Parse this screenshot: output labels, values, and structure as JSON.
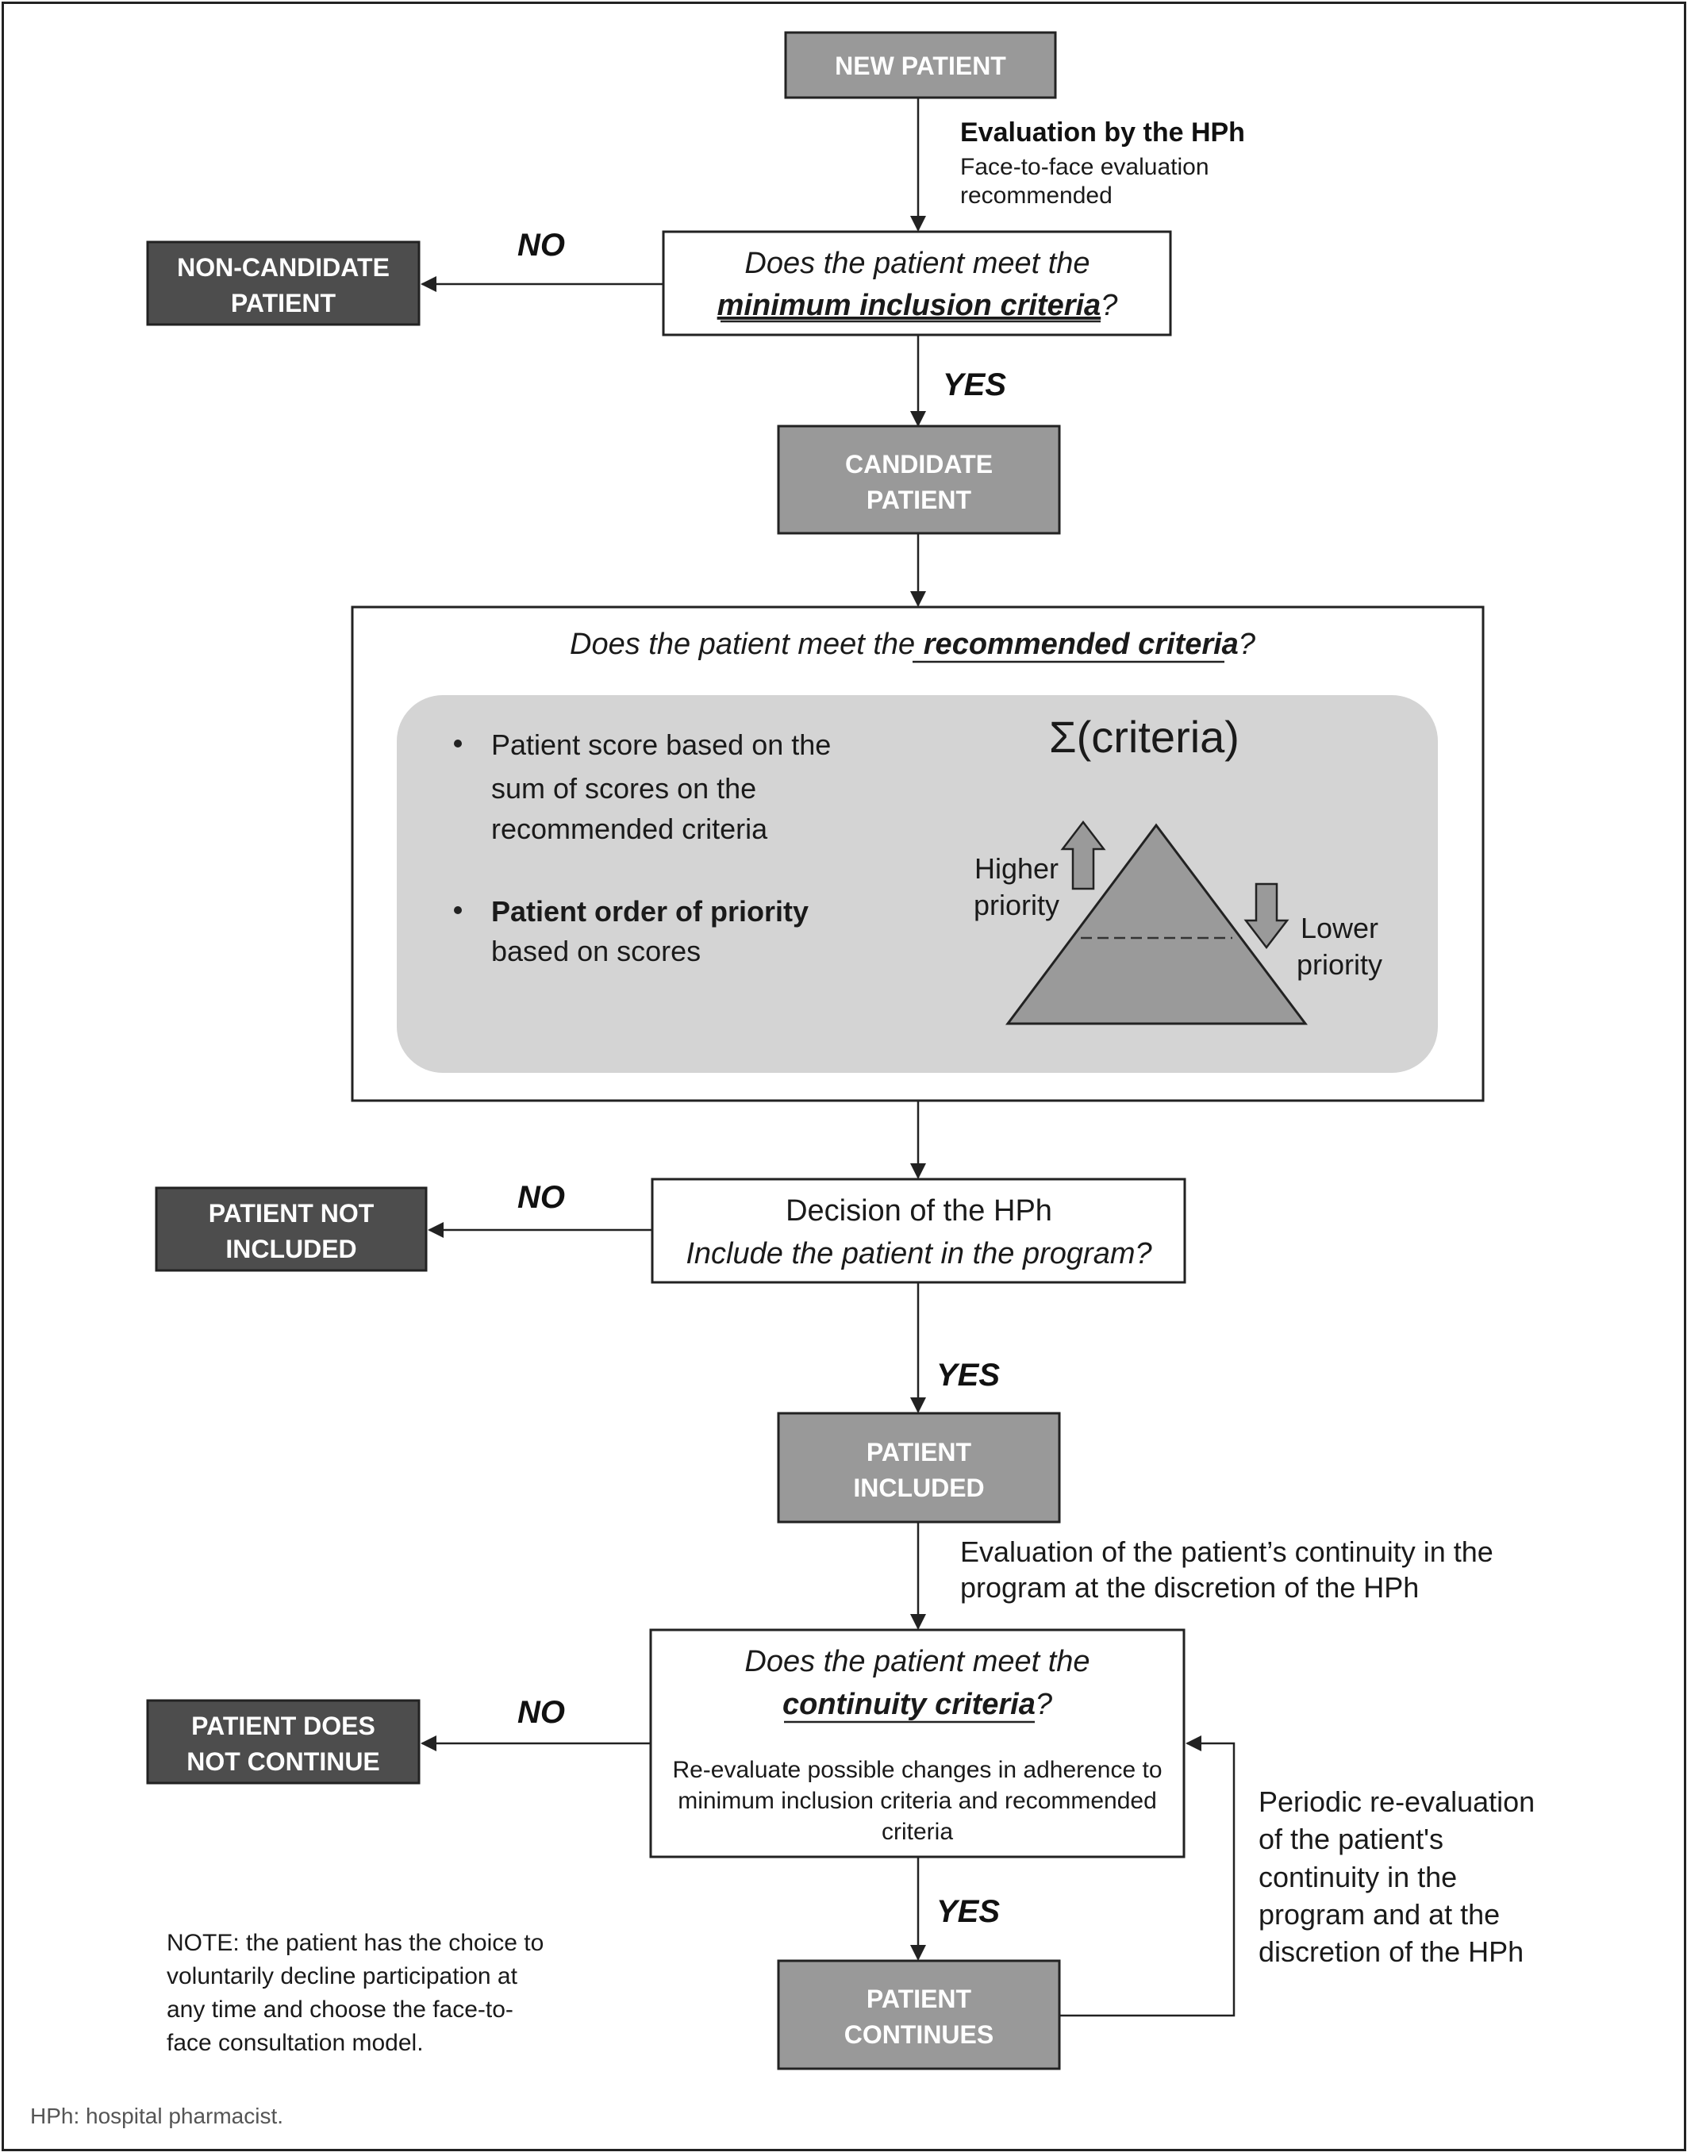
{
  "nodes": {
    "new_patient": "NEW PATIENT",
    "non_candidate": [
      "NON-CANDIDATE",
      "PATIENT"
    ],
    "candidate": [
      "CANDIDATE",
      "PATIENT"
    ],
    "not_included": [
      "PATIENT NOT",
      "INCLUDED"
    ],
    "included": [
      "PATIENT",
      "INCLUDED"
    ],
    "does_not_continue": [
      "PATIENT DOES",
      "NOT CONTINUE"
    ],
    "continues": [
      "PATIENT",
      "CONTINUES"
    ]
  },
  "evaluation_hph": {
    "title": "Evaluation by the HPh",
    "line1": "Face-to-face evaluation",
    "line2": "recommended"
  },
  "q_min": {
    "line1": "Does the patient meet the",
    "emph": "minimum inclusion criteria",
    "end": "?"
  },
  "q_recommended": {
    "prefix": "Does the patient meet the ",
    "emph": "recommended criteria",
    "end": "?"
  },
  "scoring": {
    "bullet1": [
      "Patient score based on the",
      "sum of scores on the",
      "recommended criteria"
    ],
    "bullet2_bold": "Patient order of priority",
    "bullet2_rest": "based on scores",
    "sigma": "Σ(criteria)",
    "higher": [
      "Higher",
      "priority"
    ],
    "lower": [
      "Lower",
      "priority"
    ]
  },
  "decision": {
    "line1": "Decision of the HPh",
    "line2": "Include the patient in the program?"
  },
  "evaluation_continuity": [
    "Evaluation of the patient’s continuity in the",
    "program at the discretion of the HPh"
  ],
  "q_continuity": {
    "line1": "Does the patient meet the",
    "emph": "continuity criteria",
    "end": "?",
    "note": [
      "Re-evaluate possible changes in adherence to",
      "minimum inclusion criteria and recommended",
      "criteria"
    ]
  },
  "periodic": [
    "Periodic re-evaluation",
    "of the patient's",
    "continuity in the",
    "program and at the",
    "discretion of the HPh"
  ],
  "note": [
    "NOTE: the patient has the choice to",
    "voluntarily decline participation at",
    "any time and choose the face-to-",
    "face consultation model."
  ],
  "labels": {
    "no": "NO",
    "yes": "YES"
  },
  "footer": "HPh: hospital pharmacist.",
  "colors": {
    "mid_gray": "#999999",
    "dark_gray": "#4d4d4d",
    "panel_gray": "#d4d4d4",
    "pyramid_gray": "#9a9a9a"
  }
}
